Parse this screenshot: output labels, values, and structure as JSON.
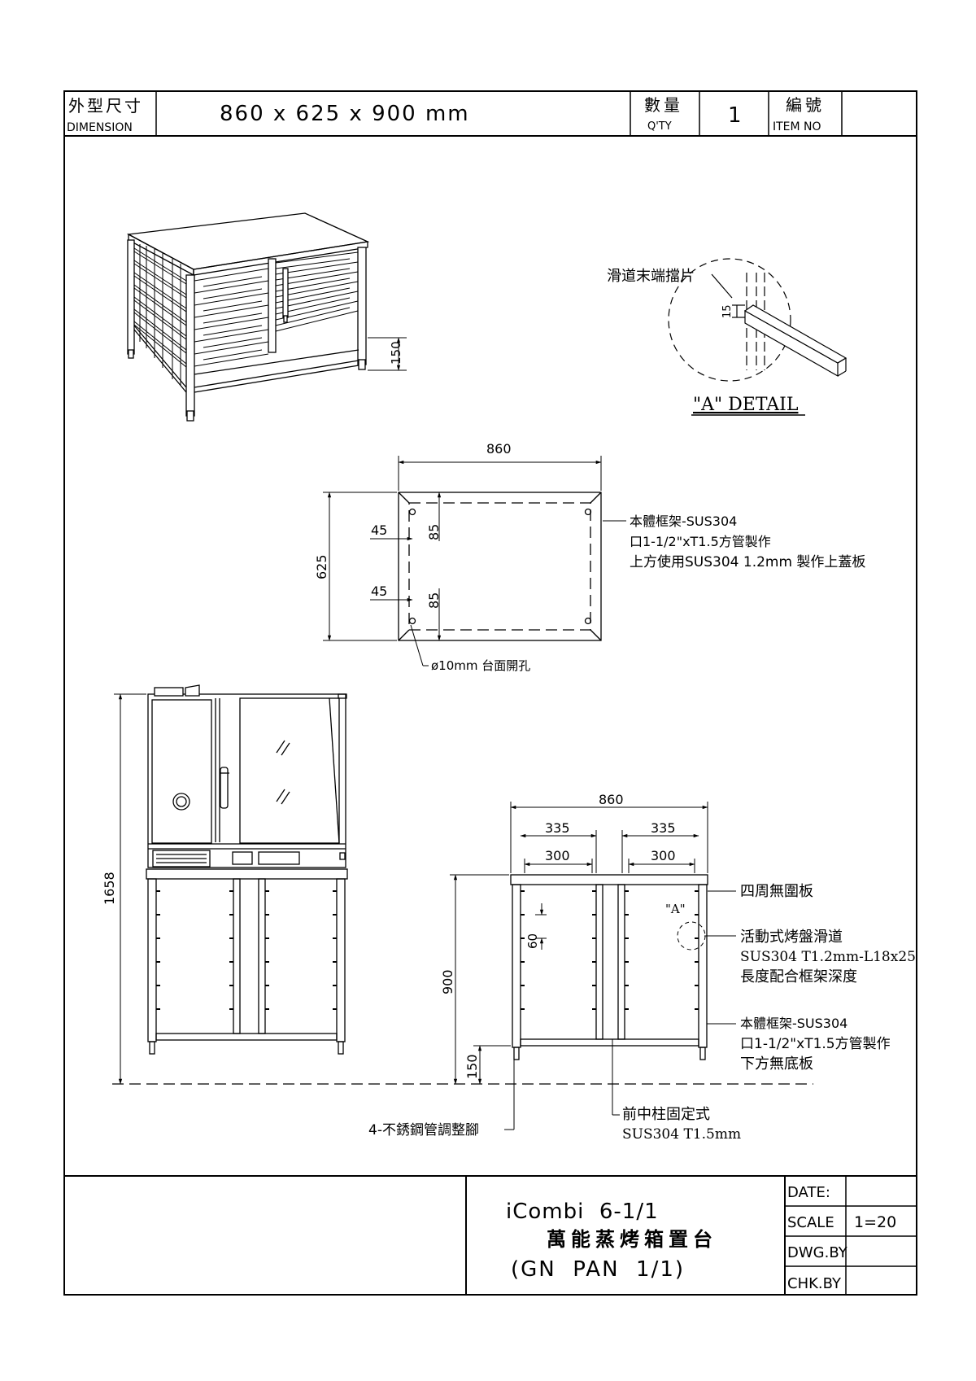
{
  "title_block": {
    "dimension_label_zh": "外型尺寸",
    "dimension_label_en": "DIMENSION",
    "dimension_value": "860 x 625 x 900 mm",
    "qty_label_zh": "數量",
    "qty_label_en": "Q'TY",
    "qty_value": "1",
    "item_label_zh": "編號",
    "item_label_en": "ITEM NO",
    "item_value": ""
  },
  "detail_a": {
    "label": "滑道末端擋片",
    "dim": "15",
    "title": "\"A\" DETAIL"
  },
  "iso_view": {
    "dim_leg": "150"
  },
  "top_view": {
    "dim_width": "860",
    "dim_depth": "625",
    "dim_offset_1": "45",
    "dim_offset_2": "45",
    "dim_inset_1": "85",
    "dim_inset_2": "85",
    "hole_note": "ø10mm 台面開孔",
    "frame_note_1": "本體框架-SUS304",
    "frame_note_2": "口1-1/2\"xT1.5方管製作",
    "frame_note_3": "上方使用SUS304 1.2mm 製作上蓋板"
  },
  "side_view": {
    "dim_total_height": "1658"
  },
  "front_view": {
    "dim_total_width": "860",
    "dim_half_1": "335",
    "dim_half_2": "335",
    "dim_inner_1": "300",
    "dim_inner_2": "300",
    "dim_height": "900",
    "dim_leg": "150",
    "dim_rail_pitch": "60",
    "detail_callout": "\"A\"",
    "note_apron": "四周無圍板",
    "note_rail_1": "活動式烤盤滑道",
    "note_rail_2": "SUS304 T1.2mm-L18x25",
    "note_rail_3": "長度配合框架深度",
    "note_frame_1": "本體框架-SUS304",
    "note_frame_2": "口1-1/2\"xT1.5方管製作",
    "note_frame_3": "下方無底板",
    "note_feet": "4-不銹鋼管調整腳",
    "note_post_1": "前中柱固定式",
    "note_post_2": "SUS304 T1.5mm"
  },
  "bottom_block": {
    "product_line_1": "iCombi  6-1/1",
    "product_line_2": "萬能蒸烤箱置台",
    "product_line_3": "(GN  PAN  1/1)",
    "date_label": "DATE:",
    "date_value": "",
    "scale_label": "SCALE",
    "scale_value": "1=20",
    "dwg_label": "DWG.BY",
    "dwg_value": "",
    "chk_label": "CHK.BY",
    "chk_value": ""
  }
}
